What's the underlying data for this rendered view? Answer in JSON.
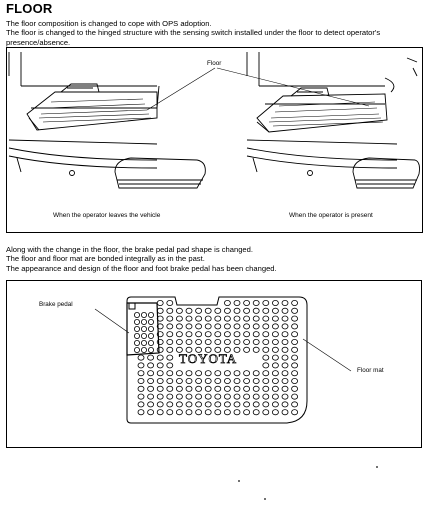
{
  "heading": "FLOOR",
  "intro": {
    "line1": "The floor composition is changed to cope with OPS adoption.",
    "line2": "The floor is changed to the hinged structure with the sensing switch installed under the floor to detect operator's presence/absence."
  },
  "figure1": {
    "label_floor": "Floor",
    "caption_left": "When the operator leaves the vehicle",
    "caption_right": "When the operator is present"
  },
  "body": {
    "line1": "Along with the change in the floor, the brake pedal pad shape is changed.",
    "line2": "The floor and floor mat are bonded integrally as in the past.",
    "line3": "The appearance and design of the floor and foot brake pedal has been changed."
  },
  "figure2": {
    "label_brake": "Brake pedal",
    "label_mat": "Floor mat",
    "brand": "TOYOTA"
  }
}
